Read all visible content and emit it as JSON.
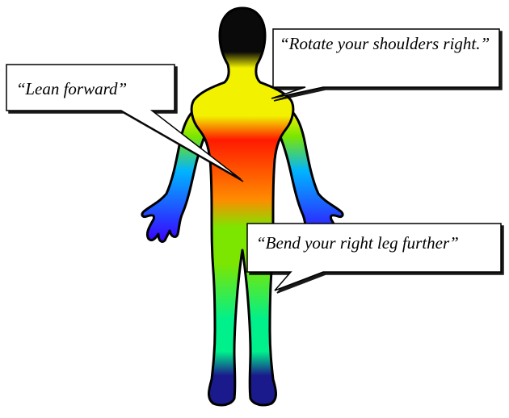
{
  "callouts": {
    "lean": {
      "open_quote": "“",
      "text": "Lean forward",
      "close_quote": "”"
    },
    "rotate": {
      "text": "“Rotate your shoulders right.”"
    },
    "bend": {
      "text": "“Bend your right leg further”"
    }
  },
  "colors": {
    "head": "#0a0a0a",
    "shoulders": "#f2f200",
    "torso": "#ff1a00",
    "hips": "#ff8c00",
    "upper_legs": "#7ce600",
    "lower_legs": "#00f08c",
    "feet": "#1a1a8c",
    "arms_upper": "#00b4ff",
    "hands": "#3a00ff",
    "outline": "#000000",
    "bubble_fill": "#ffffff",
    "bubble_shadow": "#000000"
  },
  "icons": {
    "figure": "human-body-silhouette-icon"
  }
}
